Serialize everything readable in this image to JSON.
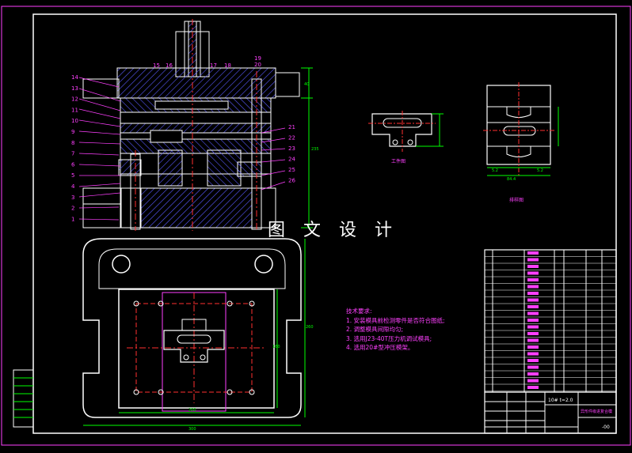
{
  "watermark": "图 文 设 计",
  "technical_requirements": {
    "title": "技术要求:",
    "items": [
      "1. 安装模具前检测零件是否符合图纸;",
      "2. 调整模具间隙均匀;",
      "3. 选用J23-40T压力机调试模具;",
      "4. 选用20#型冲压模架。"
    ]
  },
  "views": {
    "workpiece_label": "工件图",
    "layout_label": "排样图"
  },
  "title_block": {
    "material": "10# t=2.0",
    "drawing_no": "-00",
    "drawing_name": "异形件级进复合模"
  },
  "part_numbers_left": [
    "14",
    "13",
    "12",
    "11",
    "10",
    "9",
    "8",
    "7",
    "6",
    "5",
    "4",
    "3",
    "2",
    "1"
  ],
  "part_numbers_top": [
    "15",
    "16",
    "17",
    "18",
    "19",
    "20"
  ],
  "part_numbers_right": [
    "21",
    "22",
    "23",
    "24",
    "25",
    "26"
  ],
  "colors": {
    "background": "#000000",
    "outline": "#ffffff",
    "accent": "#ff40ff",
    "dimension": "#00ff00",
    "centerline": "#ff3030",
    "hatch": "#4040ff"
  }
}
